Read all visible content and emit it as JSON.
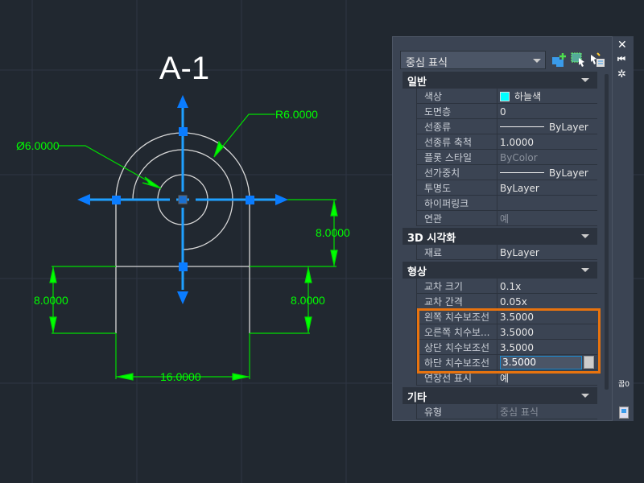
{
  "drawing": {
    "title": "A-1",
    "dims": {
      "diameter": "Ø6.0000",
      "radius": "R6.0000",
      "right_upper": "8.0000",
      "left": "8.0000",
      "right_lower": "8.0000",
      "bottom": "16.0000"
    }
  },
  "panel": {
    "selection": "중심 표식",
    "sections": [
      {
        "title": "일반",
        "rows": [
          {
            "k": "색상",
            "v": "하늘색"
          },
          {
            "k": "도면층",
            "v": "0"
          },
          {
            "k": "선종류",
            "v": "ByLayer"
          },
          {
            "k": "선종류 축척",
            "v": "1.0000"
          },
          {
            "k": "플롯 스타일",
            "v": "ByColor"
          },
          {
            "k": "선가중치",
            "v": "ByLayer"
          },
          {
            "k": "투명도",
            "v": "ByLayer"
          },
          {
            "k": "하이퍼링크",
            "v": ""
          },
          {
            "k": "연관",
            "v": "예"
          }
        ]
      },
      {
        "title": "3D 시각화",
        "rows": [
          {
            "k": "재료",
            "v": "ByLayer"
          }
        ]
      },
      {
        "title": "형상",
        "rows": [
          {
            "k": "교차 크기",
            "v": "0.1x"
          },
          {
            "k": "교차 간격",
            "v": "0.05x"
          },
          {
            "k": "왼쪽 치수보조선",
            "v": "3.5000"
          },
          {
            "k": "오른쪽 치수보...",
            "v": "3.5000"
          },
          {
            "k": "상단 치수보조선",
            "v": "3.5000"
          },
          {
            "k": "하단 치수보조선",
            "v": "3.5000"
          },
          {
            "k": "연장선 표시",
            "v": "예"
          }
        ]
      },
      {
        "title": "기타",
        "rows": [
          {
            "k": "유형",
            "v": "중심 표식"
          }
        ]
      }
    ],
    "colors": {
      "swatch": "#00ffff",
      "highlight": "#e8730e",
      "grip": "#0a7cff",
      "dim": "#00ff00"
    }
  },
  "strip": {
    "side_label": "꿉0"
  }
}
